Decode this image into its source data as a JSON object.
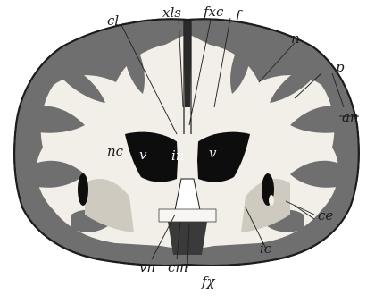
{
  "figure": {
    "labels": {
      "xls": "xls",
      "fxc": "fxc",
      "f": "f",
      "cl": "cl",
      "n": "n",
      "p": "p",
      "an": "an",
      "nc": "nc",
      "v_left": "v",
      "in": "in",
      "v_right": "v",
      "ce": "ce",
      "ic": "ic",
      "vn": "vn",
      "cm": "cm",
      "fx": "fχ"
    },
    "colors": {
      "cortex": "#6f6f6f",
      "white_matter": "#f1efe8",
      "ventricle": "#0d0d0d",
      "outline": "#1c1c1c"
    }
  }
}
